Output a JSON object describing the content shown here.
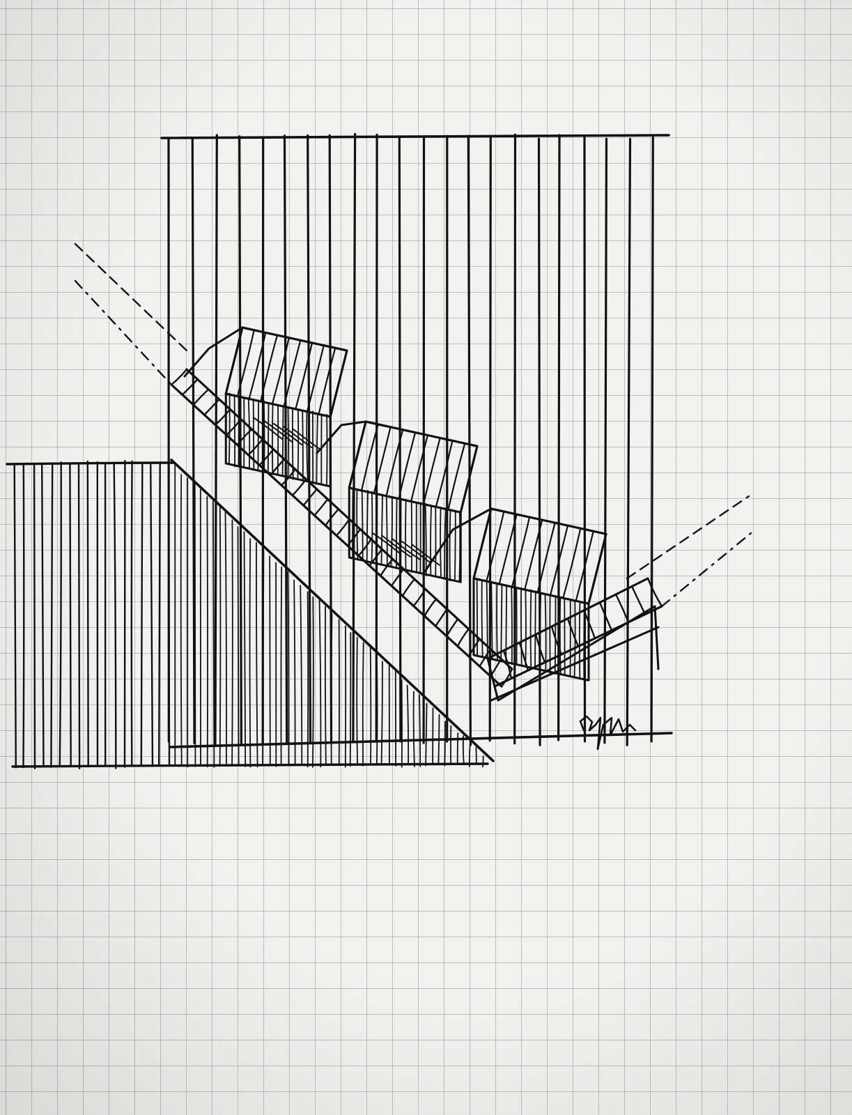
{
  "sheet": {
    "paper": "grid",
    "ink_color": "#111111",
    "grid_color": "#969696",
    "paper_color": "#f2f2f0"
  },
  "drawing": {
    "subject": "architectural-sketch",
    "signature_text": "Oyn"
  }
}
